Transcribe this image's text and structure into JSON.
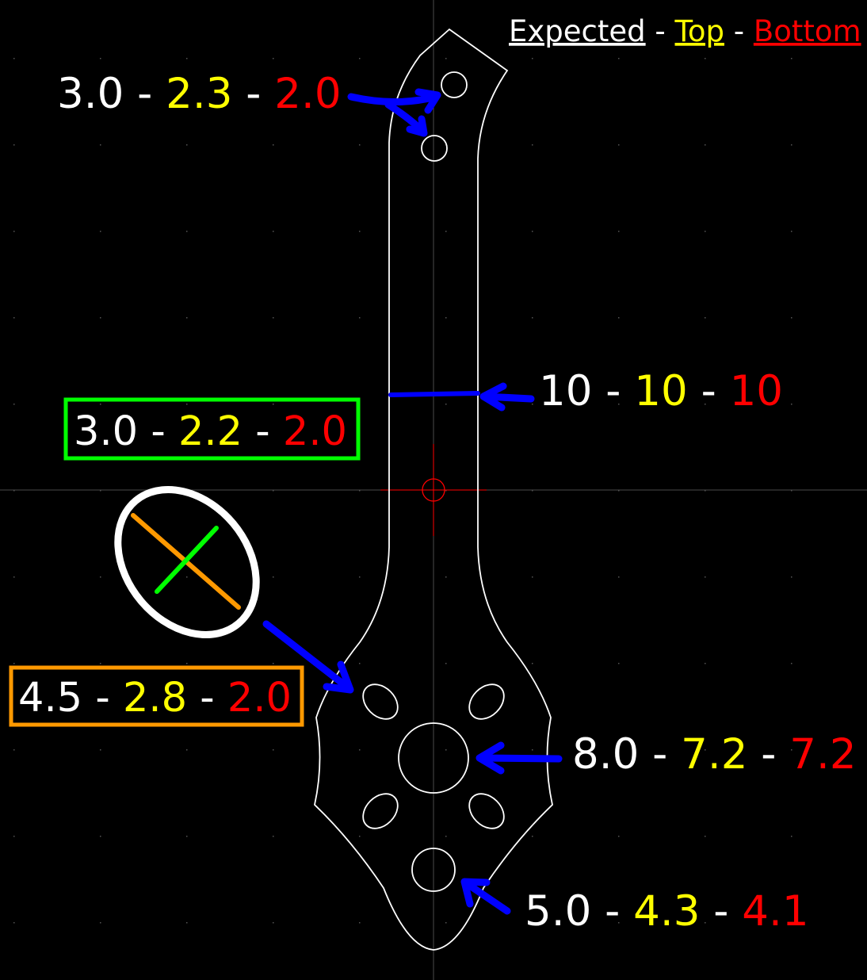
{
  "legend": {
    "expected": "Expected",
    "sep1": " - ",
    "top": "Top",
    "sep2": " - ",
    "bottom": "Bottom"
  },
  "colors": {
    "background": "#000000",
    "outline": "#ffffff",
    "expected": "#ffffff",
    "top": "#ffff00",
    "bottom": "#ff0000",
    "arrow": "#0000ff",
    "green_box": "#00ff00",
    "orange_box": "#ff9900",
    "origin": "#ff0000"
  },
  "measurements": {
    "top_holes": {
      "expected": "3.0",
      "top": "2.3",
      "bottom": "2.0",
      "sep": " - "
    },
    "arm_width": {
      "expected": "10",
      "top": "10",
      "bottom": "10",
      "sep": " - "
    },
    "slot_minor": {
      "expected": "3.0",
      "top": "2.2",
      "bottom": "2.0",
      "sep": " - "
    },
    "slot_major": {
      "expected": "4.5",
      "top": "2.8",
      "bottom": "2.0",
      "sep": " - "
    },
    "center_hole": {
      "expected": "8.0",
      "top": "7.2",
      "bottom": "7.2",
      "sep": " - "
    },
    "bottom_hole": {
      "expected": "5.0",
      "top": "4.3",
      "bottom": "4.1",
      "sep": " - "
    }
  }
}
